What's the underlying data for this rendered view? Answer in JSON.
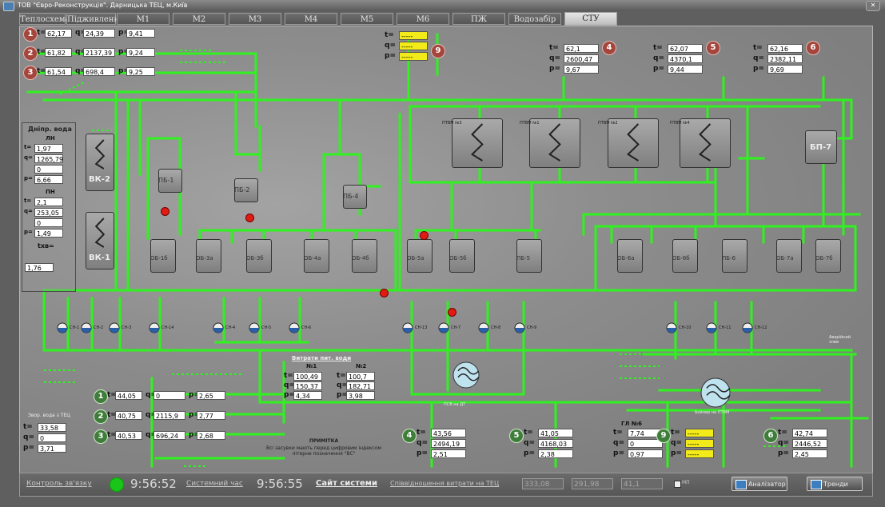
{
  "window_title": "ТОВ \"Євро-Реконструкція\". Дарницька ТЕЦ, м.Київ",
  "tabs": [
    "Теплосхема",
    "Підживлення",
    "М1",
    "М2",
    "М3",
    "М4",
    "М5",
    "М6",
    "ПЖ",
    "Водозабір",
    "СТУ"
  ],
  "active_tab": "СТУ",
  "colors": {
    "pipe": "#2ff21f",
    "field_bg": "#ffffff",
    "alarm_field": "#f2ea19",
    "badge_red": "#a5463d",
    "badge_green": "#3f7d3a",
    "valve_red": "#e01b12"
  },
  "left_inputs": [
    {
      "num": "1",
      "t": "62,17",
      "q": "24,39",
      "p": "9,41"
    },
    {
      "num": "2",
      "t": "61,82",
      "q": "2137,39",
      "p": "9,24"
    },
    {
      "num": "3",
      "t": "61,54",
      "q": "698,4",
      "p": "9,25"
    }
  ],
  "labels": {
    "t": "t=",
    "q": "q=",
    "p": "p=",
    "tx": "txв="
  },
  "dnipro": {
    "title": "Дніпр. вода",
    "pn_label": "ПН",
    "ln_label": "ЛН",
    "ln": {
      "t": "1,97",
      "q": "1265,79",
      "g": "0",
      "p": "6,66"
    },
    "pn": {
      "t": "2,1",
      "q": "253,05",
      "g": "0",
      "p": "1,49"
    },
    "txv": "1,76"
  },
  "top_middle_9": {
    "num": "9",
    "t": "-----",
    "q": "-----",
    "p": "-----"
  },
  "top_right": [
    {
      "num": "4",
      "t": "62,1",
      "q": "2600,47",
      "p": "9,67"
    },
    {
      "num": "5",
      "t": "62,07",
      "q": "4370,1",
      "p": "9,44"
    },
    {
      "num": "6",
      "t": "62,16",
      "q": "2382,11",
      "p": "9,69"
    }
  ],
  "equipment": {
    "ptvm": [
      "ПТВМ №3",
      "ПТВМ №1",
      "ПТВМ №2",
      "ПТВМ №4"
    ],
    "vk": [
      "ВК-2",
      "ВК-1"
    ],
    "bp": "БП-7",
    "pb": [
      "ПБ-1",
      "ПБ-2",
      "ПБ-4"
    ],
    "ob_row": [
      "ОБ-1б",
      "ОБ-3а",
      "ОБ-3б",
      "ОБ-4а",
      "ОБ-4б",
      "ОБ-5а",
      "ОБ-5б",
      "ПБ-5",
      "ОБ-6а",
      "ОБ-6б",
      "ПБ-6",
      "ОБ-7а",
      "ОБ-7б"
    ],
    "pumps_left": [
      "СН-1",
      "СН-2",
      "СН-3",
      "СН-14",
      "СН-4",
      "СН-5",
      "СН-6"
    ],
    "pumps_mid": [
      "СН-13",
      "СН-7",
      "СН-8",
      "СН-9"
    ],
    "pumps_right": [
      "СН-10",
      "СН-11",
      "СН-12"
    ],
    "heater_mid": "ПСВ на ДТ",
    "heater_right": "Бойлер на ПТВМ",
    "emergency": "Аварійний злив"
  },
  "bottom_left": [
    {
      "num": "1",
      "t": "44,05",
      "q": "0",
      "p": "2,65"
    },
    {
      "num": "2",
      "t": "40,75",
      "q": "2115,9",
      "p": "2,77"
    },
    {
      "num": "3",
      "t": "40,53",
      "q": "696,24",
      "p": "2,68"
    }
  ],
  "bottom_left_extra": {
    "caption": "Звор. вода з ТЕЦ",
    "t": "33,58",
    "q": "0",
    "p": "3,71"
  },
  "flow_box": {
    "title": "Витрати пит. води",
    "col1": "№1",
    "col2": "№2",
    "r1": [
      "100,49",
      "100,7"
    ],
    "r2": [
      "150,37",
      "182,71"
    ],
    "r3": [
      "4,34",
      "3,98"
    ]
  },
  "note": {
    "title": "ПРИМІТКА",
    "text": "Всі засувки мають перед цифровим індексом літерне позначення \"ВС\""
  },
  "bottom_row": [
    {
      "num": "4",
      "t": "43,56",
      "q": "2494,19",
      "p": "2,51"
    },
    {
      "num": "5",
      "t": "41,05",
      "q": "4168,03",
      "p": "2,38"
    },
    {
      "num": "",
      "title": "ГЛ №6",
      "t": "7,74",
      "q": "0",
      "p": "0,97"
    },
    {
      "num": "9",
      "t": "-----",
      "q": "-----",
      "p": "-----"
    },
    {
      "num": "6",
      "t": "42,74",
      "q": "2446,52",
      "p": "2,45"
    }
  ],
  "status": {
    "control_label": "Контроль зв'язку",
    "control_time": "9:56:52",
    "system_time_label": "Системний час",
    "system_time": "9:56:55",
    "site_label": "Сайт системи",
    "ratio_label": "Співвідношення витрати на ТЕЦ",
    "ratio_vals": [
      "333,08",
      "291,98",
      "41,1"
    ],
    "cb_label": "МП",
    "btn_alarm": "Аналізатор",
    "btn_trends": "Тренди"
  }
}
